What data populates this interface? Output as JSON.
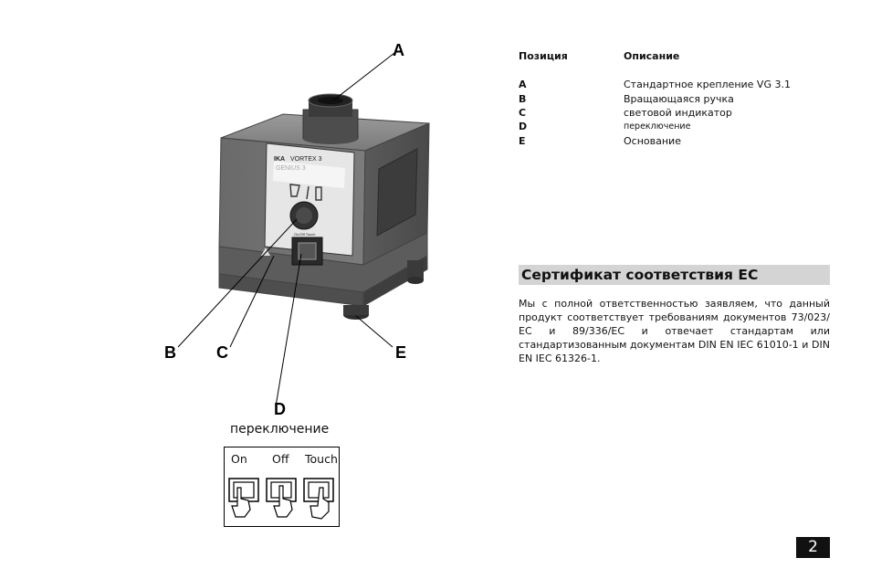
{
  "figure": {
    "callouts": {
      "a": "A",
      "b": "B",
      "c": "C",
      "d": "D",
      "e": "E"
    },
    "panel_brand": "IKA",
    "panel_model_1": "VORTEX 3",
    "panel_model_2": "GENIUS 3",
    "switch_label": "On/Off Touch",
    "switch_caption": "переключение",
    "switch_positions": {
      "on": "On",
      "off": "Off",
      "touch": "Touch"
    },
    "body_color": "#6e6e6e"
  },
  "table": {
    "header_position": "Позиция",
    "header_description": "Описание",
    "rows": [
      {
        "pos": "A",
        "desc": "Стандартное крепление  VG 3.1"
      },
      {
        "pos": "B",
        "desc": "Вращающаяся ручка"
      },
      {
        "pos": "C",
        "desc": "световой индикатор"
      },
      {
        "pos": "D",
        "desc": "переключение"
      },
      {
        "pos": "E",
        "desc": "Основание"
      }
    ]
  },
  "certificate": {
    "title": "Сертификат соответствия ЕС",
    "body": "Мы с полной ответственностью заявляем, что данный продукт соответствует требованиям документов 73/023/ЕС и 89/336/ЕС и отвечает стандартам или стандартизованным документам DIN EN IEC 61010-1 и DIN EN IEC 61326-1.",
    "title_bg": "#d4d4d4"
  },
  "page_number": "2"
}
